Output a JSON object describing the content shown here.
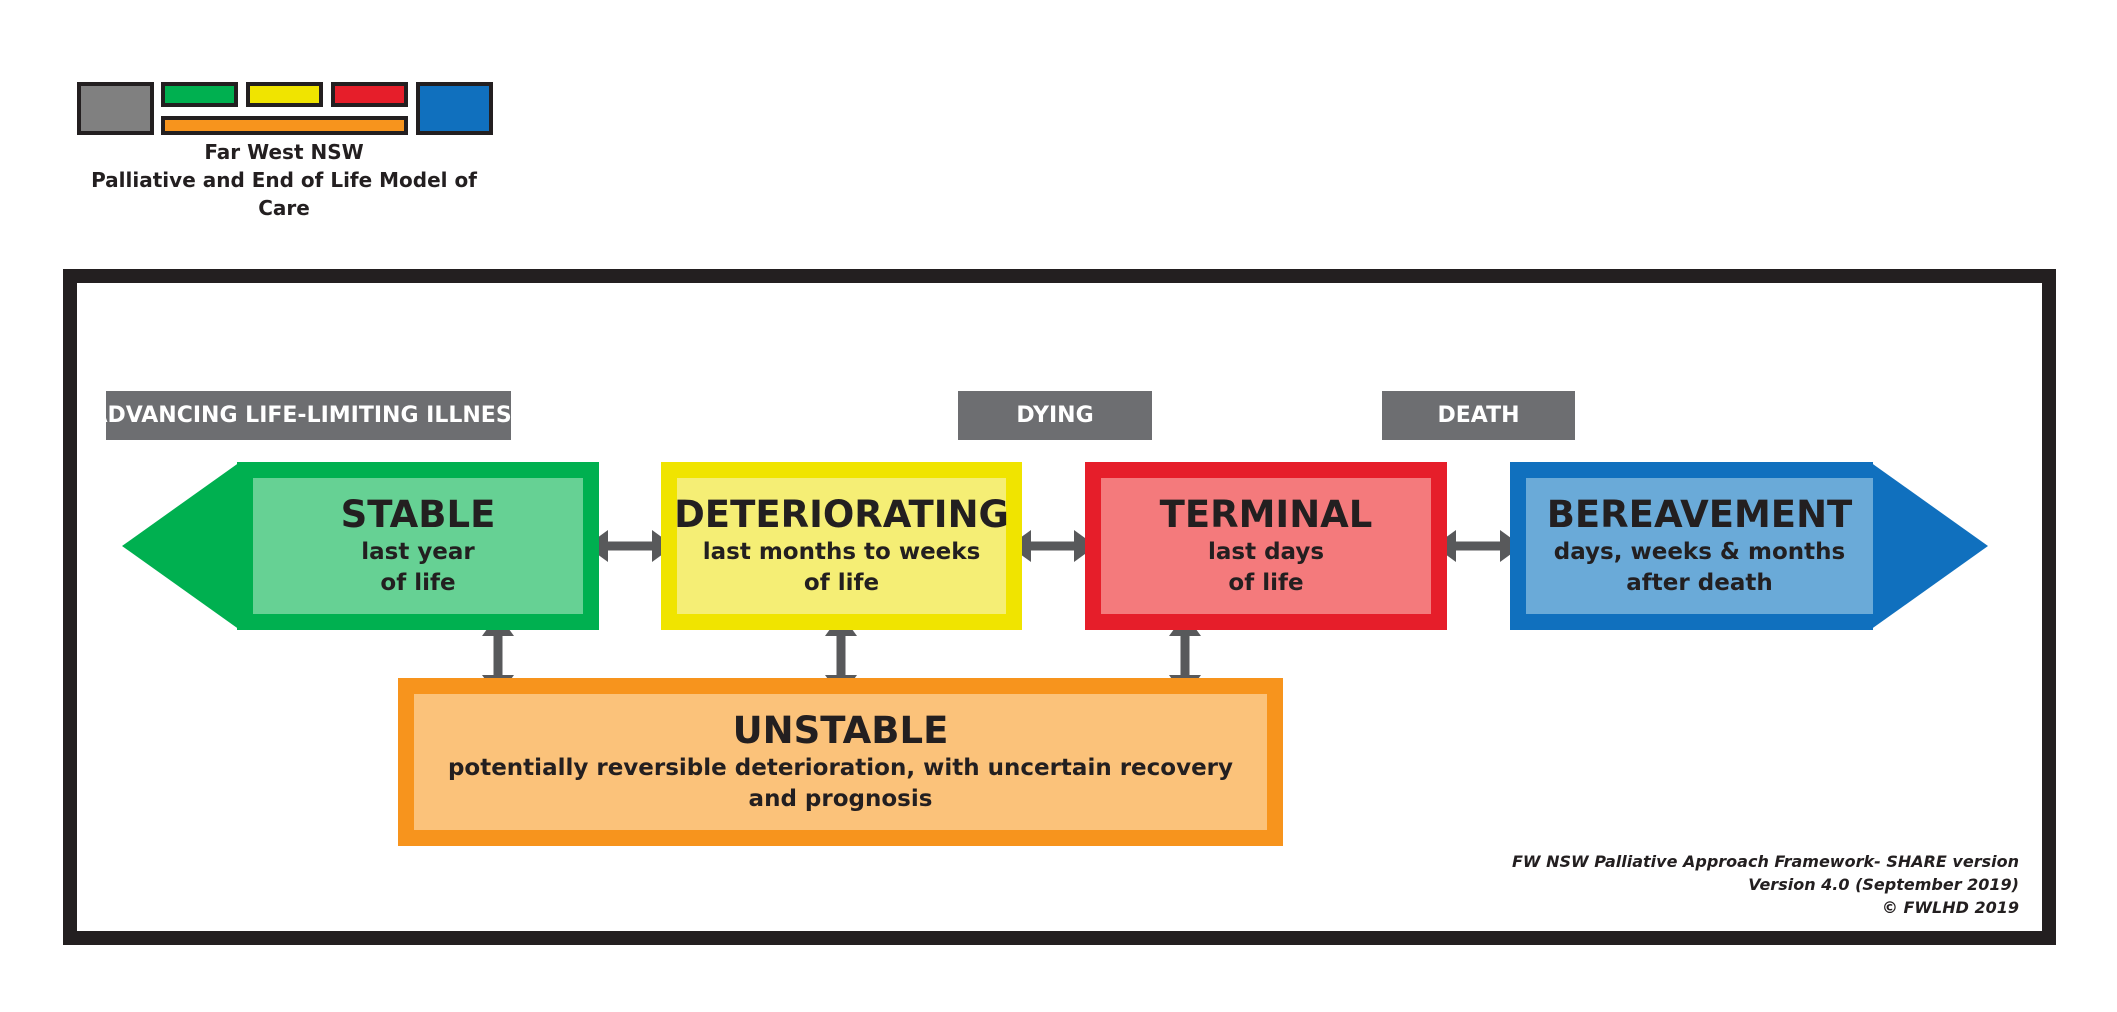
{
  "logo": {
    "title_line1": "Far West NSW",
    "title_line2": "Palliative and End of Life Model of Care",
    "swatch_colors": [
      "#808080",
      "#00b050",
      "#f0e400",
      "#e61e2a",
      "#f7941d",
      "#1070be"
    ]
  },
  "labels": {
    "advancing": "ADVANCING LIFE-LIMITING ILLNESS",
    "dying": "DYING",
    "death": "DEATH"
  },
  "phases": {
    "stable": {
      "title": "STABLE",
      "line1": "last year",
      "line2": "of life",
      "border_color": "#00b050",
      "fill_color": "#66d194"
    },
    "deteriorating": {
      "title": "DETERIORATING",
      "line1": "last months to weeks",
      "line2": "of life",
      "border_color": "#f0e400",
      "fill_color": "#f5ee75"
    },
    "terminal": {
      "title": "TERMINAL",
      "line1": "last days",
      "line2": "of life",
      "border_color": "#e61e2a",
      "fill_color": "#f47a7c"
    },
    "bereavement": {
      "title": "BEREAVEMENT",
      "line1": "days, weeks & months",
      "line2": "after death",
      "border_color": "#1070be",
      "fill_color": "#6aaad8"
    },
    "unstable": {
      "title": "UNSTABLE",
      "line1": "potentially reversible deterioration, with uncertain recovery",
      "line2": "and prognosis",
      "border_color": "#f7941d",
      "fill_color": "#fbc27a"
    }
  },
  "connector_color": "#58595b",
  "footnote": {
    "line1": "FW NSW Palliative Approach Framework- SHARE version",
    "line2": "Version 4.0 (September 2019)",
    "line3": "© FWLHD 2019"
  }
}
